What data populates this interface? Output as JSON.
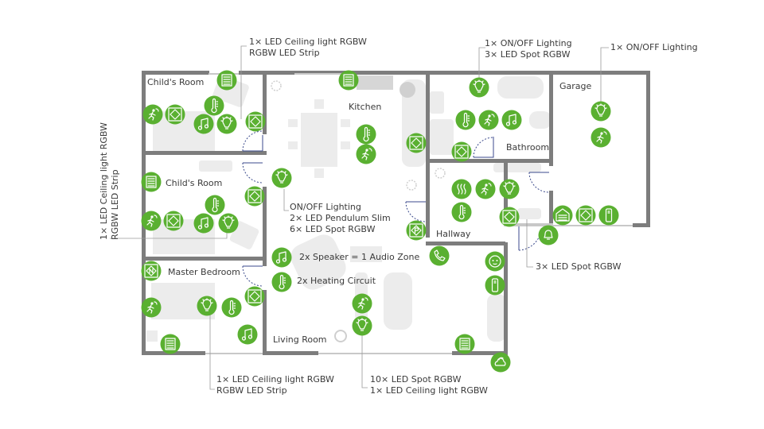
{
  "colors": {
    "accent": "#5ab031",
    "wall": "#7d7d7d",
    "furniture": "#ececec",
    "door": "#3b4a8c",
    "leader": "#9a9a9a",
    "text": "#3a3a3a"
  },
  "rooms": [
    {
      "id": "childs-room-1",
      "name": "Child's Room"
    },
    {
      "id": "childs-room-2",
      "name": "Child's Room"
    },
    {
      "id": "master-bedroom",
      "name": "Master Bedroom"
    },
    {
      "id": "kitchen",
      "name": "Kitchen"
    },
    {
      "id": "living-room",
      "name": "Living Room"
    },
    {
      "id": "bathroom",
      "name": "Bathroom"
    },
    {
      "id": "hallway",
      "name": "Hallway"
    },
    {
      "id": "garage",
      "name": "Garage"
    }
  ],
  "annotations": {
    "childs_room_1": [
      "1× LED Ceiling light RGBW",
      "RGBW LED Strip"
    ],
    "childs_room_2": [
      "1× LED Ceiling light RGBW",
      "RGBW LED Strip"
    ],
    "bathroom": [
      "1× ON/OFF Lighting",
      "3× LED Spot RGBW"
    ],
    "garage": [
      "1× ON/OFF Lighting"
    ],
    "kitchen": [
      "ON/OFF Lighting",
      "2× LED Pendulum Slim",
      "6× LED Spot RGBW"
    ],
    "audio": "2x Speaker = 1 Audio Zone",
    "heating": "2x Heating Circuit",
    "hallway": [
      "3× LED Spot RGBW"
    ],
    "master_bedroom": [
      "1× LED Ceiling light RGBW",
      "RGBW LED Strip"
    ],
    "living_room": [
      "10× LED Spot RGBW",
      "1× LED Ceiling light RGBW"
    ]
  },
  "devices": [
    {
      "room": "childs-room-1",
      "icon": "blinds",
      "label": "Blinds"
    },
    {
      "room": "childs-room-1",
      "icon": "motion",
      "label": "Motion sensor"
    },
    {
      "room": "childs-room-1",
      "icon": "switch",
      "label": "Touch switch"
    },
    {
      "room": "childs-room-1",
      "icon": "thermometer",
      "label": "Temperature"
    },
    {
      "room": "childs-room-1",
      "icon": "music",
      "label": "Audio"
    },
    {
      "room": "childs-room-1",
      "icon": "bulb",
      "label": "Lighting"
    },
    {
      "room": "childs-room-1",
      "icon": "switch",
      "label": "Touch switch"
    },
    {
      "room": "childs-room-2",
      "icon": "blinds",
      "label": "Blinds"
    },
    {
      "room": "childs-room-2",
      "icon": "switch",
      "label": "Touch switch"
    },
    {
      "room": "childs-room-2",
      "icon": "thermometer",
      "label": "Temperature"
    },
    {
      "room": "childs-room-2",
      "icon": "motion",
      "label": "Motion sensor"
    },
    {
      "room": "childs-room-2",
      "icon": "switch",
      "label": "Touch switch"
    },
    {
      "room": "childs-room-2",
      "icon": "music",
      "label": "Audio"
    },
    {
      "room": "childs-room-2",
      "icon": "bulb",
      "label": "Lighting"
    },
    {
      "room": "master-bedroom",
      "icon": "nfc",
      "label": "Touch NFC"
    },
    {
      "room": "master-bedroom",
      "icon": "switch",
      "label": "Touch switch"
    },
    {
      "room": "master-bedroom",
      "icon": "motion",
      "label": "Motion sensor"
    },
    {
      "room": "master-bedroom",
      "icon": "bulb",
      "label": "Lighting"
    },
    {
      "room": "master-bedroom",
      "icon": "thermometer",
      "label": "Temperature"
    },
    {
      "room": "master-bedroom",
      "icon": "music",
      "label": "Audio"
    },
    {
      "room": "master-bedroom",
      "icon": "blinds",
      "label": "Blinds"
    },
    {
      "room": "kitchen",
      "icon": "blinds",
      "label": "Blinds"
    },
    {
      "room": "kitchen",
      "icon": "thermometer",
      "label": "Temperature"
    },
    {
      "room": "kitchen",
      "icon": "motion",
      "label": "Motion sensor"
    },
    {
      "room": "kitchen",
      "icon": "switch",
      "label": "Touch switch"
    },
    {
      "room": "kitchen",
      "icon": "bulb",
      "label": "Lighting"
    },
    {
      "room": "kitchen",
      "icon": "parking",
      "label": "Touch P"
    },
    {
      "room": "living-room",
      "icon": "music",
      "label": "Audio"
    },
    {
      "room": "living-room",
      "icon": "thermometer",
      "label": "Heating"
    },
    {
      "room": "living-room",
      "icon": "phone",
      "label": "Intercom"
    },
    {
      "room": "living-room",
      "icon": "motion",
      "label": "Motion sensor"
    },
    {
      "room": "living-room",
      "icon": "bulb",
      "label": "Lighting"
    },
    {
      "room": "living-room",
      "icon": "socket",
      "label": "Socket"
    },
    {
      "room": "living-room",
      "icon": "remote",
      "label": "Remote"
    },
    {
      "room": "living-room",
      "icon": "blinds",
      "label": "Blinds"
    },
    {
      "room": "living-room",
      "icon": "weather",
      "label": "Weather station"
    },
    {
      "room": "bathroom",
      "icon": "bulb",
      "label": "Lighting"
    },
    {
      "room": "bathroom",
      "icon": "thermometer",
      "label": "Temperature"
    },
    {
      "room": "bathroom",
      "icon": "motion",
      "label": "Motion sensor"
    },
    {
      "room": "bathroom",
      "icon": "music",
      "label": "Audio"
    },
    {
      "room": "bathroom",
      "icon": "switch",
      "label": "Touch switch"
    },
    {
      "room": "hallway",
      "icon": "heating",
      "label": "Heating"
    },
    {
      "room": "hallway",
      "icon": "motion",
      "label": "Motion sensor"
    },
    {
      "room": "hallway",
      "icon": "bulb",
      "label": "Lighting"
    },
    {
      "room": "hallway",
      "icon": "thermometer",
      "label": "Temperature"
    },
    {
      "room": "hallway",
      "icon": "switch",
      "label": "Touch switch"
    },
    {
      "room": "hallway",
      "icon": "bell",
      "label": "Doorbell"
    },
    {
      "room": "garage",
      "icon": "bulb",
      "label": "Lighting"
    },
    {
      "room": "garage",
      "icon": "motion",
      "label": "Motion sensor"
    },
    {
      "room": "garage",
      "icon": "garage",
      "label": "Garage door"
    },
    {
      "room": "garage",
      "icon": "switch",
      "label": "Touch switch"
    },
    {
      "room": "garage",
      "icon": "remote",
      "label": "Remote"
    }
  ]
}
